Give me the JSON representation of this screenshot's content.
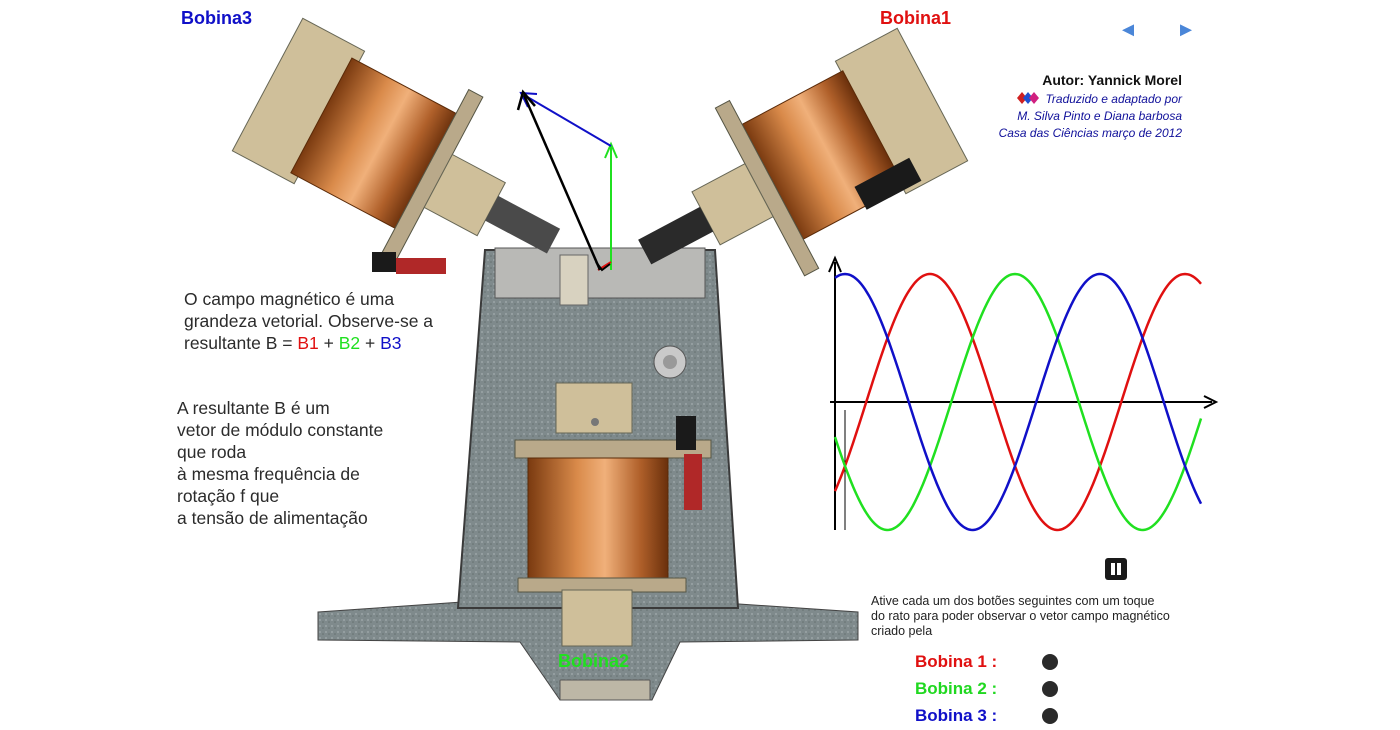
{
  "coil_labels": {
    "bobina1": "Bobina1",
    "bobina2": "Bobina2",
    "bobina3": "Bobina3"
  },
  "nav": {
    "prev": "◄",
    "next": "►"
  },
  "credits": {
    "author": "Autor: Yannick Morel",
    "line1": "Traduzido e adaptado por",
    "line2": "M. Silva Pinto e Diana barbosa",
    "line3": "Casa das Ciências março de 2012"
  },
  "vector_text": {
    "line1": "O campo magnético é uma",
    "line2": "grandeza vetorial. Observe-se a",
    "prefix": "resultante  B = ",
    "b1": "B1",
    "plus1": " + ",
    "b2": "B2",
    "plus2": " + ",
    "b3": "B3"
  },
  "rotation_text": {
    "line1": "A resultante B é um",
    "line2": "vetor de módulo constante",
    "line3": "que roda",
    "line4": "à mesma frequência de",
    "line5": "rotação f que",
    "line6": "a tensão de alimentação"
  },
  "instructions": "Ative cada um dos botões seguintes com um toque do rato para poder observar o vetor campo magnético criado pela",
  "coil_buttons": [
    {
      "label": "Bobina 1 :",
      "color": "#e01010"
    },
    {
      "label": "Bobina 2 :",
      "color": "#20d820"
    },
    {
      "label": "Bobina 3 :",
      "color": "#1010c8"
    }
  ],
  "colors": {
    "coil1": "#e01010",
    "coil2": "#20e020",
    "coil3": "#1010c8",
    "resultant": "#000000",
    "nav": "#4a86d8"
  },
  "icons": [
    "prev-arrow-icon",
    "next-arrow-icon",
    "pause-icon",
    "casa-das-ciencias-logo-icon"
  ],
  "chart_data": {
    "type": "line",
    "title": "",
    "xlabel": "",
    "ylabel": "",
    "series": [
      {
        "color": "#e01010",
        "phase_deg": 0
      },
      {
        "color": "#20e020",
        "phase_deg": -120
      },
      {
        "color": "#1010c8",
        "phase_deg": 120
      }
    ]
  }
}
